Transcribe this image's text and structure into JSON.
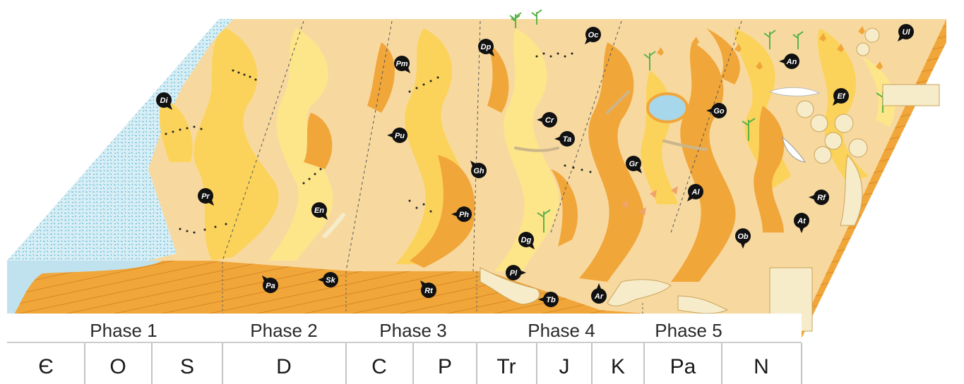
{
  "colors": {
    "pale_sand": "#f7d9a0",
    "yellow_dune": "#fbd35a",
    "light_yellow": "#fde58a",
    "orange_dune": "#f1a63a",
    "deep_orange": "#e98f1d",
    "sea_blue": "#bfe2ee",
    "sea_speckle": "#5fb8d8",
    "pale_bone": "#f6ecc9",
    "plant_green": "#5bb34a",
    "marker_black": "#111111",
    "track_orange": "#f0a36a"
  },
  "phases": [
    "Phase 1",
    "Phase 2",
    "Phase 3",
    "Phase 4",
    "Phase 5"
  ],
  "periods": [
    "Є",
    "O",
    "S",
    "D",
    "C",
    "P",
    "Tr",
    "J",
    "K",
    "Pa",
    "N"
  ],
  "markers": [
    "Di",
    "Pr",
    "En",
    "Pa",
    "Sk",
    "Pm",
    "Pu",
    "Ph",
    "Rt",
    "Gh",
    "Dp",
    "Oc",
    "Cr",
    "Ta",
    "Dg",
    "Pl",
    "Tb",
    "Ar",
    "Gr",
    "Al",
    "Go",
    "An",
    "Ob",
    "Rf",
    "At",
    "Ef",
    "Ul"
  ]
}
